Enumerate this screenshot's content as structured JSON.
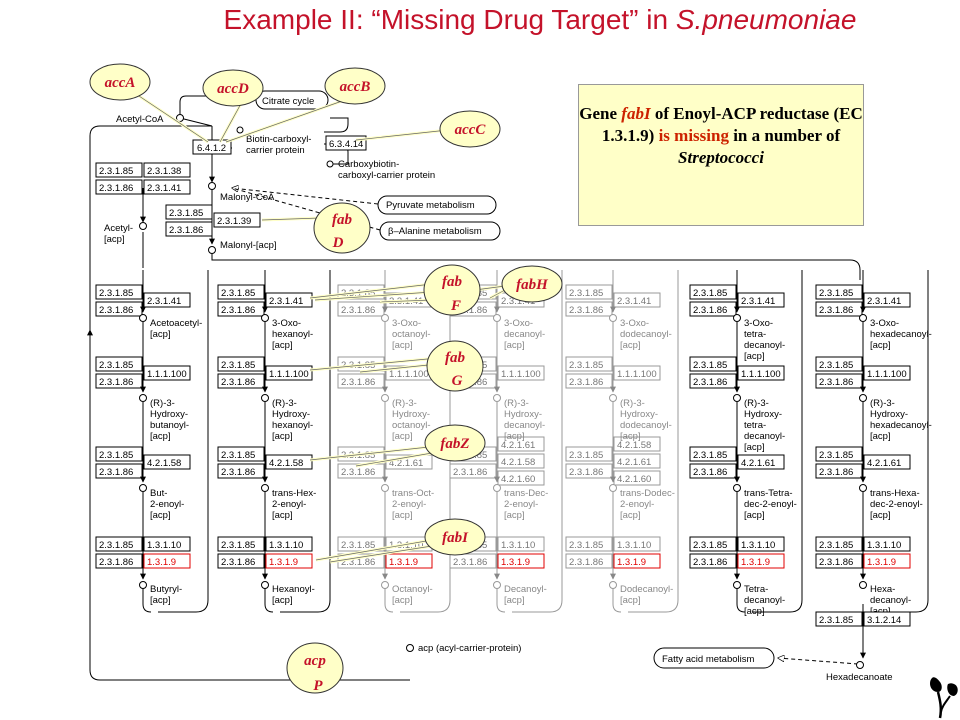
{
  "title": {
    "main": "Example II: “Missing Drug Target” in ",
    "organism": "S.pneumoniae"
  },
  "note": {
    "part1": "Gene ",
    "gene": "fabI",
    "part2": " of Enoyl-ACP reductase (EC 1.3.1.9) ",
    "part3": "is missing",
    "part4": " in a number of ",
    "part5": "Streptococci"
  },
  "genes": {
    "accA": "accA",
    "accD": "accD",
    "accB": "accB",
    "accC": "accC",
    "fabD1": "fab",
    "fabD2": "D",
    "fabF1": "fab",
    "fabF2": "F",
    "fabH": "fabH",
    "fabG1": "fab",
    "fabG2": "G",
    "fabZ": "fabZ",
    "fabI": "fabI",
    "acpP1": "acp",
    "acpP2": "P"
  },
  "top": {
    "acetyl_coa": "Acetyl-CoA",
    "citrate_cycle": "Citrate cycle",
    "ec_6412": "6.4.1.2",
    "ec_63414": "6.3.4.14",
    "bccp1": "Biotin-carboxyl-",
    "bccp2": "carrier protein",
    "cbccp1": "Carboxybiotin-",
    "cbccp2": "carboxyl-carrier protein",
    "malonyl_coa": "Malonyl-CoA",
    "pyruvate": "Pyruvate metabolism",
    "alanine": "β–Alanine metabolism",
    "malonyl_acp": "Malonyl-[acp]",
    "acetyl_acp1": "Acetyl-",
    "acetyl_acp2": "[acp]",
    "ec_23185": "2.3.1.85",
    "ec_23186": "2.3.1.86",
    "ec_23138": "2.3.1.38",
    "ec_23141": "2.3.1.41",
    "ec_23139": "2.3.1.39"
  },
  "ec": {
    "e23185": "2.3.1.85",
    "e23186": "2.3.1.86",
    "e23141": "2.3.1.41",
    "e111100": "1.1.1.100",
    "e42158": "4.2.1.58",
    "e42161": "4.2.1.61",
    "e42160": "4.2.1.60",
    "e13110": "1.3.1.10",
    "e1319": "1.3.1.9",
    "e31214": "3.1.2.14"
  },
  "columns": [
    {
      "keto": [
        "Acetoacetyl-",
        "[acp]"
      ],
      "hydroxy": [
        "(R)-3-",
        "Hydroxy-",
        "butanoyl-",
        "[acp]"
      ],
      "enoyl": [
        "But-",
        "2-enoyl-",
        "[acp]"
      ],
      "acyl": [
        "Butyryl-",
        "[acp]"
      ]
    },
    {
      "keto": [
        "3-Oxo-",
        "hexanoyl-",
        "[acp]"
      ],
      "hydroxy": [
        "(R)-3-",
        "Hydroxy-",
        "hexanoyl-",
        "[acp]"
      ],
      "enoyl": [
        "trans-Hex-",
        "2-enoyl-",
        "[acp]"
      ],
      "acyl": [
        "Hexanoyl-",
        "[acp]"
      ]
    },
    {
      "keto": [
        "3-Oxo-",
        "octanoyl-",
        "[acp]"
      ],
      "hydroxy": [
        "(R)-3-",
        "Hydroxy-",
        "octanoyl-",
        "[acp]"
      ],
      "enoyl": [
        "trans-Oct-",
        "2-enoyl-",
        "[acp]"
      ],
      "acyl": [
        "Octanoyl-",
        "[acp]"
      ]
    },
    {
      "keto": [
        "3-Oxo-",
        "decanoyl-",
        "[acp]"
      ],
      "hydroxy": [
        "(R)-3-",
        "Hydroxy-",
        "decanoyl-",
        "[acp]"
      ],
      "enoyl": [
        "trans-Dec-",
        "2-enoyl-",
        "[acp]"
      ],
      "acyl": [
        "Decanoyl-",
        "[acp]"
      ]
    },
    {
      "keto": [
        "3-Oxo-",
        "dodecanoyl-",
        "[acp]"
      ],
      "hydroxy": [
        "(R)-3-",
        "Hydroxy-",
        "dodecanoyl-",
        "[acp]"
      ],
      "enoyl": [
        "trans-Dodec-",
        "2-enoyl-",
        "[acp]"
      ],
      "acyl": [
        "Dodecanoyl-",
        "[acp]"
      ]
    },
    {
      "keto": [
        "3-Oxo-",
        "tetra-",
        "decanoyl-",
        "[acp]"
      ],
      "hydroxy": [
        "(R)-3-",
        "Hydroxy-",
        "tetra-",
        "decanoyl-",
        "[acp]"
      ],
      "enoyl": [
        "trans-Tetra-",
        "dec-2-enoyl-",
        "[acp]"
      ],
      "acyl": [
        "Tetra-",
        "decanoyl-",
        "[acp]"
      ]
    },
    {
      "keto": [
        "3-Oxo-",
        "hexadecanoyl-",
        "[acp]"
      ],
      "hydroxy": [
        "(R)-3-",
        "Hydroxy-",
        "hexadecanoyl-",
        "[acp]"
      ],
      "enoyl": [
        "trans-Hexa-",
        "dec-2-enoyl-",
        "[acp]"
      ],
      "acyl": [
        "Hexa-",
        "decanoyl-",
        "[acp]"
      ]
    }
  ],
  "bottom": {
    "acp_label": "acp (acyl-carrier-protein)",
    "fatty_acid": "Fatty acid metabolism",
    "hexadecanoate": "Hexadecanoate"
  }
}
